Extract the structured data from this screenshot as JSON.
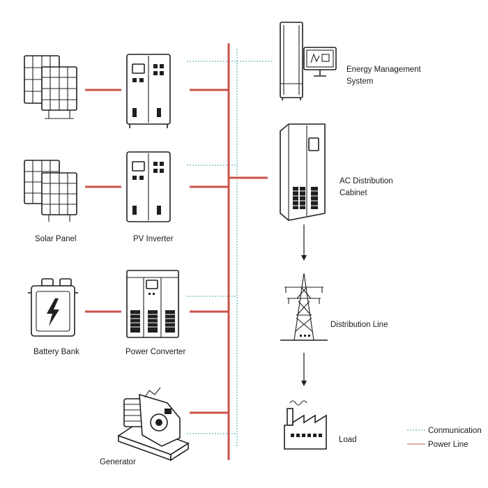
{
  "labels": {
    "solar_panel": "Solar Panel",
    "pv_inverter": "PV Inverter",
    "battery_bank": "Battery Bank",
    "power_converter": "Power Converter",
    "generator": "Generator",
    "ems_line1": "Energy Management",
    "ems_line2": "System",
    "ac_line1": "AC Distribution",
    "ac_line2": "Cabinet",
    "distribution_line": "Distribution Line",
    "load": "Load"
  },
  "legend": {
    "communication": "Conmunication",
    "power_line": "Power Line"
  },
  "colors": {
    "power_line": "#c9534a",
    "communication": "#7fc3c7",
    "equipment": "#1f1f1f"
  },
  "icons": [
    "solar-panel-icon",
    "inverter-cabinet-icon",
    "battery-icon",
    "power-converter-icon",
    "generator-icon",
    "server-rack-icon",
    "monitor-icon",
    "distribution-cabinet-icon",
    "transmission-tower-icon",
    "factory-icon"
  ]
}
